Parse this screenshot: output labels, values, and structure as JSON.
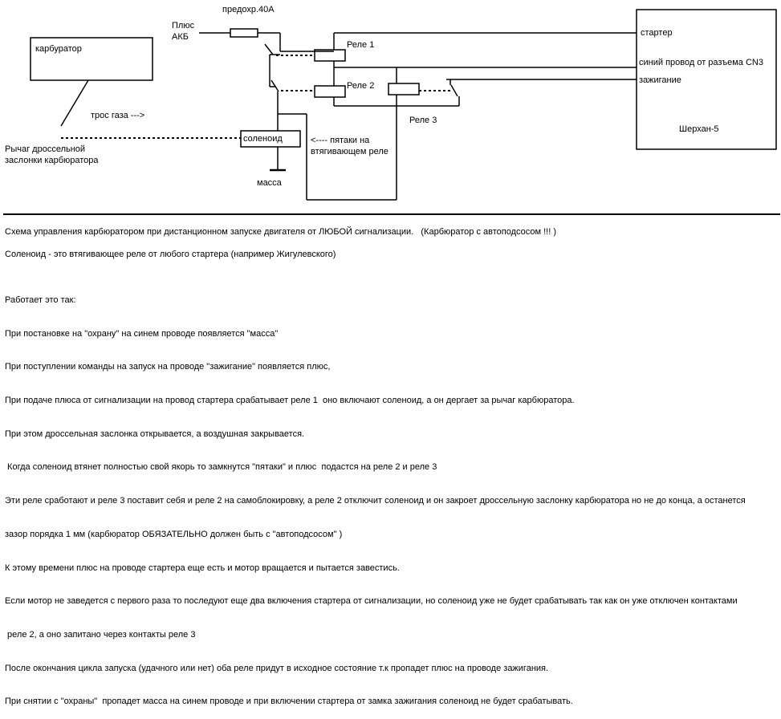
{
  "diagram": {
    "carburetor": "карбуратор",
    "throttle_cable": "трос газа --->",
    "throttle_lever_line1": "Рычаг дроссельной",
    "throttle_lever_line2": "заслонки карбюратора",
    "battery_line1": "Плюс",
    "battery_line2": "АКБ",
    "fuse": "предохр.40А",
    "relay1": "Реле 1",
    "relay2": "Реле 2",
    "relay3": "Реле 3",
    "solenoid": "соленоид",
    "contacts_line1": "<---- пятаки на",
    "contacts_line2": "втягивающем реле",
    "ground": "масса",
    "starter": "стартер",
    "blue_wire": "синий провод от разъема CN3",
    "ignition": "зажигание",
    "alarm": "Шерхан-5"
  },
  "text": {
    "title": "Схема управления карбюратором при дистанционном запуске двигателя от ЛЮБОЙ сигнализации.   (Карбюратор с автоподсосом !!! )",
    "solenoid_note": "Соленоид - это втягивающее реле от любого стартера (например Жигулевского)",
    "how_it_works": [
      "Работает это так:",
      "При постановке на \"охрану\" на синем проводе появляется \"масса\"",
      "При поступлении команды на запуск на проводе \"зажигание\" появляется плюс,",
      "При подаче плюса от сигнализации на провод стартера срабатывает реле 1  оно включают соленоид, а он дергает за рычаг карбюратора.",
      "При этом дроссельная заслонка открывается, а воздушная закрывается.",
      " Когда соленоид втянет полностью свой якорь то замкнутся \"пятаки\" и плюс  подастся на реле 2 и реле 3",
      "Эти реле сработают и реле 3 поставит себя и реле 2 на самоблокировку, а реле 2 отключит соленоид и он закроет дроссельную заслонку карбюратора но не до конца, а останется",
      "зазор порядка 1 мм (карбюратор ОБЯЗАТЕЛЬНО должен быть с \"автоподсосом\" )",
      "К этому времени плюс на проводе стартера еще есть и мотор вращается и пытается завестись.",
      "Если мотор не заведется с первого раза то последуют еще два включения стартера от сигнализации, но соленоид уже не будет срабатывать так как он уже отключен контактами",
      " реле 2, а оно запитано через контакты реле 3",
      "После окончания цикла запуска (удачного или нет) оба реле придут в исходное состояние т.к пропадет плюс на проводе зажигания.",
      "При снятии с \"охраны\"  пропадет масса на синем проводе и при включении стартера от замка зажигания соленоид не будет срабатывать."
    ]
  }
}
